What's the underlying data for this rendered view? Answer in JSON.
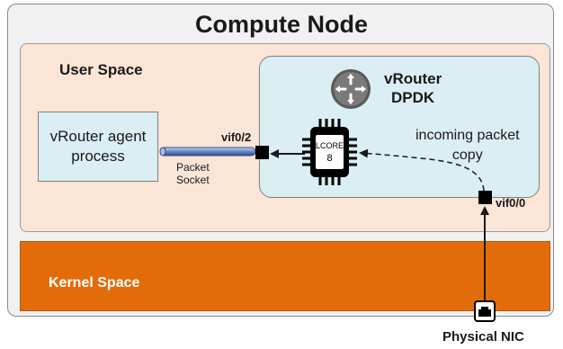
{
  "diagram": {
    "title": "Compute Node",
    "user_space_label": "User Space",
    "kernel_space_label": "Kernel Space",
    "vrouter": {
      "name": "vRouter",
      "subtitle": "DPDK",
      "icon": "router-icon"
    },
    "agent": {
      "line1": "vRouter agent",
      "line2": "process"
    },
    "packet_socket": {
      "line1": "Packet",
      "line2": "Socket"
    },
    "lcore": {
      "line1": "LCORE",
      "line2": "8",
      "icon": "cpu-chip-icon"
    },
    "incoming": {
      "line1": "incoming packet",
      "line2": "copy"
    },
    "vif_agent": "vif0/2",
    "vif_nic": "vif0/0",
    "nic_label": "Physical NIC",
    "nic_icon": "ethernet-port-icon",
    "colors": {
      "kernel": "#e36c0a",
      "user_space": "#fbe5d6",
      "vrouter_box": "#daeef3",
      "compute_node": "#f1f1f1"
    }
  }
}
